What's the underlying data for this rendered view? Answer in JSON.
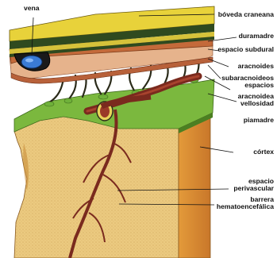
{
  "diagram": {
    "labels": {
      "vena": "vena",
      "boveda": "bóveda craneana",
      "duramadre": "duramadre",
      "espacio_subdural": "espacio subdural",
      "aracnoides": "aracnoides",
      "subaracnoideos_1": "subaracnoideos",
      "subaracnoideos_2": "espacios",
      "aracnoidea_1": "aracnoidea",
      "aracnoidea_2": "vellosidad",
      "piamadre": "piamadre",
      "cortex": "córtex",
      "perivascular_1": "espacio",
      "perivascular_2": "perivascular",
      "barrera_1": "barrera",
      "barrera_2": "hematoencefálica"
    },
    "colors": {
      "skull_top": "#e8d23a",
      "skull_band": "#2f4a1f",
      "dura": "#c46a3a",
      "arachnoid_green": "#6fb13a",
      "cortex_front": "#e9c77a",
      "cortex_side": "#d9892f",
      "vessel": "#7a2a1e"
    }
  }
}
